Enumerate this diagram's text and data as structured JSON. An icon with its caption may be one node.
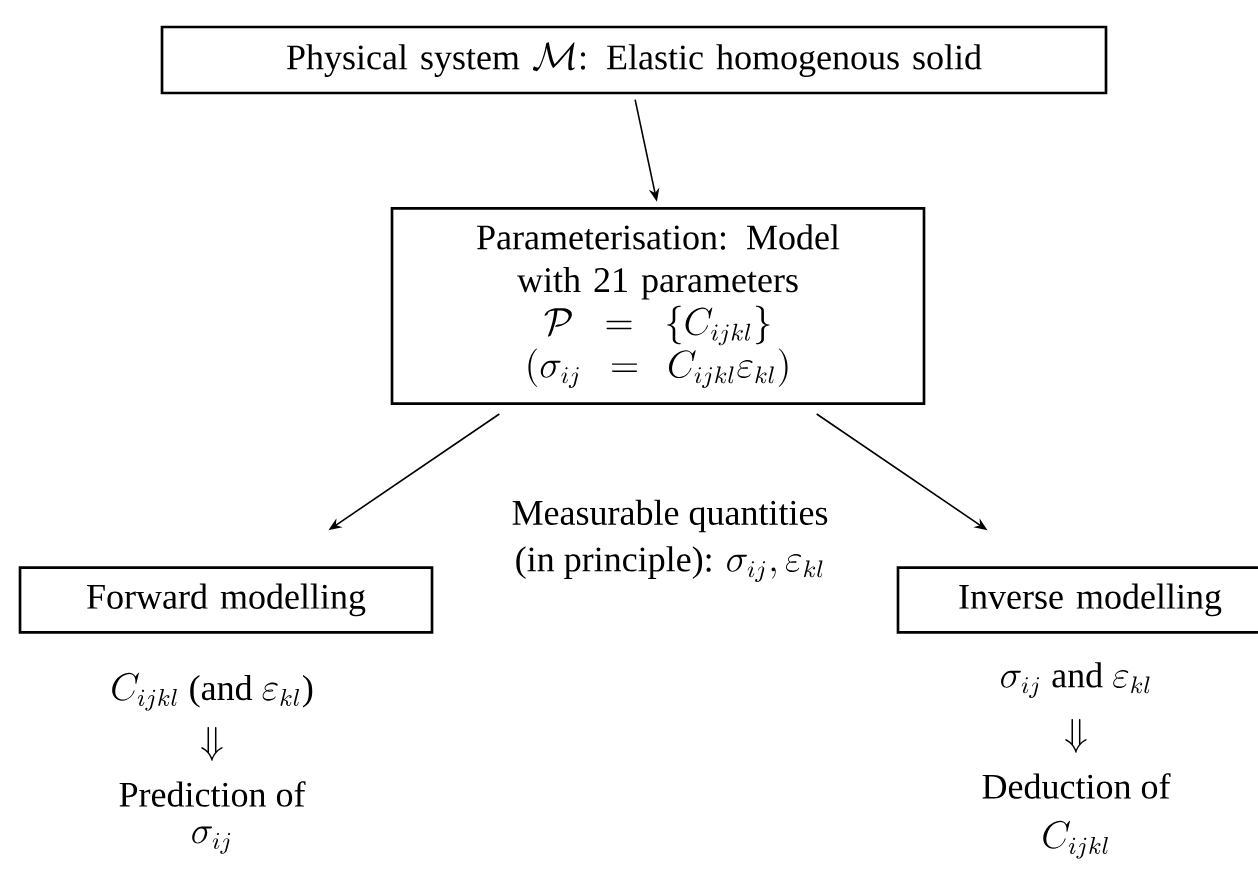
{
  "diagram": {
    "nodes": [
      {
        "text": [
          "\\text{Physical system }\\mathcal{M}\\text{: Elastic homogenous solid}"
        ]
      },
      {
        "text": [
          "Parameterisation: Model with 21 parameters",
          "\\mathcal{P} = \\{C_{ijkl}\\}",
          "(\\sigma_{ij} = C_{ijkl}\\varepsilon_{kl})"
        ]
      },
      {
        "text": [
          "Forward modelling"
        ],
        "beside": [
          "C_{ijkl}\\text{ (and }\\varepsilon_{kl}\\text{)}",
          "\\Downarrow",
          "\\text{Prediction of}",
          "\\sigma_{ij}"
        ]
      },
      {
        "text": [
          "Inverse modelling"
        ],
        "beside": [
          "\\sigma_{ij}\\text{ and }\\varepsilon_{kl}",
          "\\Downarrow",
          "\\text{Deduction of}",
          "C_{ijkl}"
        ]
      }
    ],
    "edges": [
      {
        "from": 0,
        "to": 1,
        "arrow": "to"
      },
      {
        "from": 1,
        "to": 2,
        "arrow": "to"
      },
      {
        "from": 1,
        "to": 3,
        "arrow": "to"
      }
    ],
    "labels": [
      "\\text{Measurable quantities}",
      "\\text{(in principle): }\\sigma_{ij}, \\varepsilon_{kl}"
    ]
  }
}
